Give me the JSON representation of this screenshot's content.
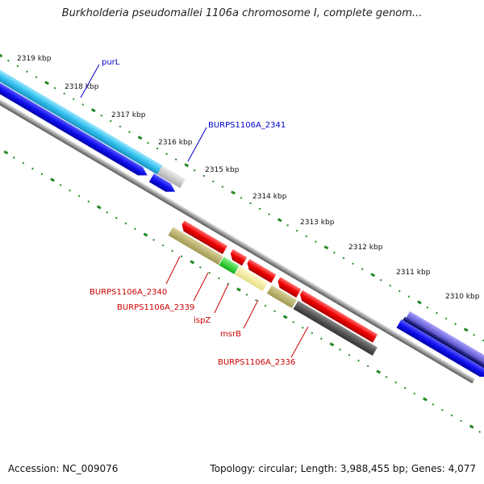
{
  "header": {
    "title": "Burkholderia pseudomallei 1106a chromosome I, complete genom..."
  },
  "footer": {
    "accession": "Accession: NC_009076",
    "summary": "Topology: circular; Length: 3,988,455 bp; Genes: 4,077"
  },
  "colors": {
    "forward_label": "#0000cc",
    "reverse_label": "#cc0000",
    "tick": "#228822",
    "backbone": "#777777"
  },
  "scale": {
    "unit": "kbp",
    "ticks": [
      "2319 kbp",
      "2318 kbp",
      "2317 kbp",
      "2316 kbp",
      "2315 kbp",
      "2314 kbp",
      "2313 kbp",
      "2312 kbp",
      "2311 kbp",
      "2310 kbp"
    ]
  },
  "gene_labels": {
    "forward": [
      "purL",
      "BURPS1106A_2341"
    ],
    "reverse": [
      "BURPS1106A_2340",
      "BURPS1106A_2339",
      "ispZ",
      "msrB",
      "BURPS1106A_2336"
    ]
  }
}
